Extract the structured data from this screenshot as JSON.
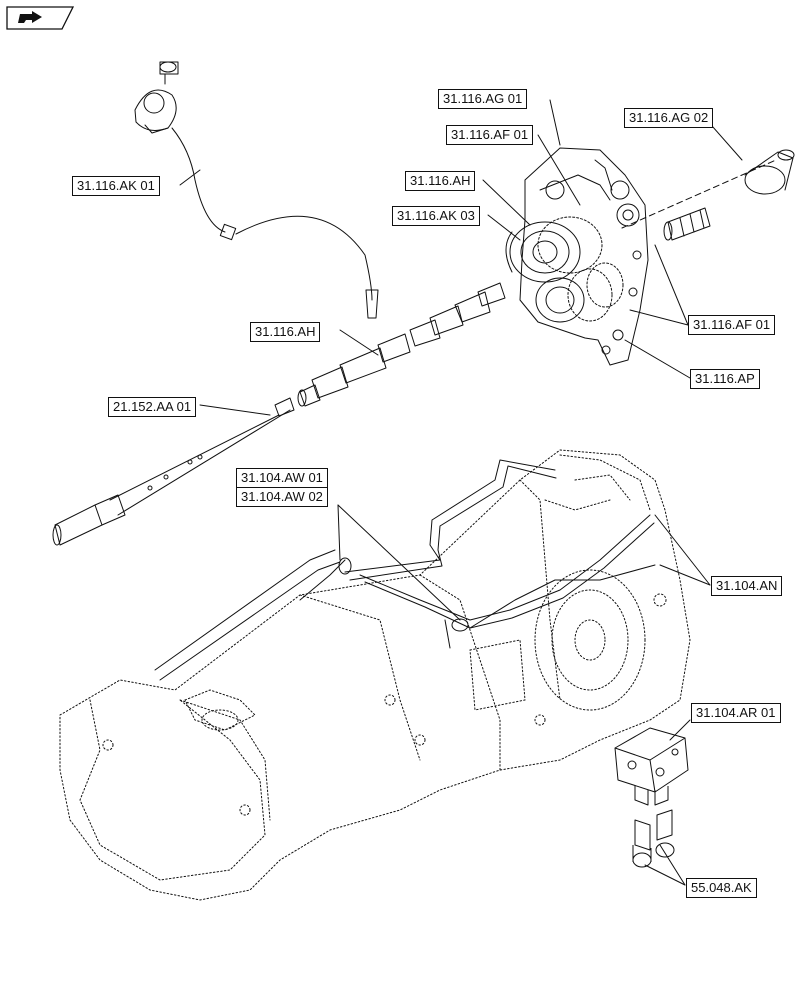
{
  "callouts": {
    "ak01": "31.116.AK 01",
    "ag01": "31.116.AG 01",
    "af01_top": "31.116.AF 01",
    "ag02": "31.116.AG 02",
    "ah_top": "31.116.AH",
    "ak03": "31.116.AK 03",
    "af01_right": "31.116.AF 01",
    "ah_shaft": "31.116.AH",
    "ap": "31.116.AP",
    "aa01": "21.152.AA 01",
    "aw01": "31.104.AW 01",
    "aw02": "31.104.AW 02",
    "an": "31.104.AN",
    "ar01": "31.104.AR 01",
    "ak": "55.048.AK"
  },
  "icons": {
    "nav": "page-back-arrow-icon"
  },
  "colors": {
    "line": "#111111",
    "background": "#ffffff"
  }
}
